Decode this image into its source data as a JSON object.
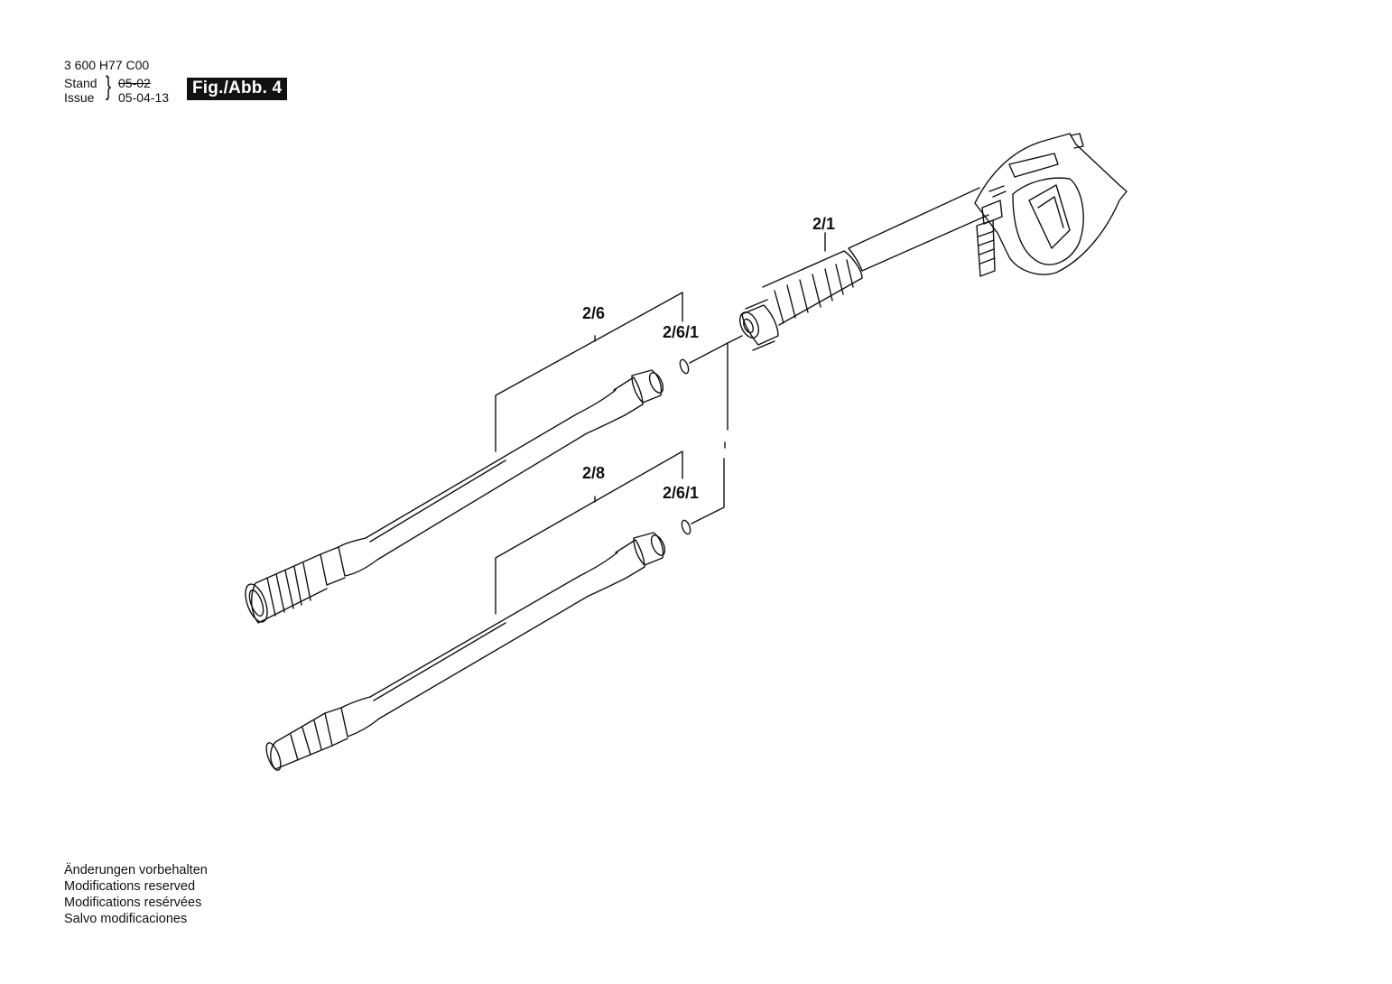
{
  "header": {
    "part_number": "3 600 H77 C00",
    "stand_label": "Stand",
    "issue_label": "Issue",
    "stand_value": "05-02",
    "issue_value": "05-04-13"
  },
  "figure_tag": "Fig./Abb. 4",
  "callouts": {
    "gun": "2/1",
    "lance_a": "2/6",
    "oring_a": "2/6/1",
    "lance_b": "2/8",
    "oring_b": "2/6/1"
  },
  "footer": {
    "line1": "Änderungen vorbehalten",
    "line2": "Modifications reserved",
    "line3": "Modifications resérvées",
    "line4": "Salvo modificaciones"
  }
}
